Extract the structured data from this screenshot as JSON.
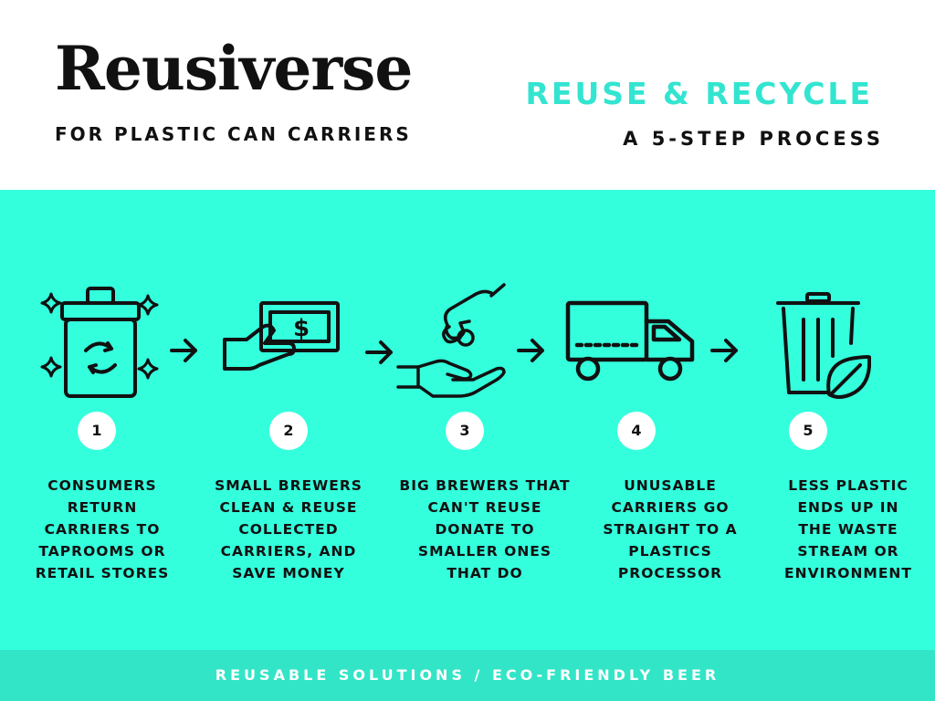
{
  "header": {
    "brand": "Reusiverse",
    "brand_subtitle": "FOR PLASTIC CAN CARRIERS",
    "headline": "REUSE & RECYCLE",
    "subheadline": "A 5-STEP PROCESS"
  },
  "steps": [
    {
      "number": "1",
      "text": "CONSUMERS\nRETURN\nCARRIERS TO\nTAPROOMS  OR\nRETAIL STORES",
      "icon": "recycle-bin-icon"
    },
    {
      "number": "2",
      "text": "SMALL BREWERS\nCLEAN & REUSE\nCOLLECTED\nCARRIERS, AND\nSAVE MONEY",
      "icon": "hand-money-icon"
    },
    {
      "number": "3",
      "text": "BIG BREWERS THAT\nCAN'T REUSE\nDONATE TO\nSMALLER  ONES\nTHAT DO",
      "icon": "donate-hands-icon"
    },
    {
      "number": "4",
      "text": "UNUSABLE\nCARRIERS GO\nSTRAIGHT TO A\nPLASTICS\nPROCESSOR",
      "icon": "truck-icon"
    },
    {
      "number": "5",
      "text": "LESS PLASTIC\nENDS UP IN\nTHE WASTE\nSTREAM OR\nENVIRONMENT",
      "icon": "eco-trash-icon"
    }
  ],
  "footer": {
    "text": "REUSABLE SOLUTIONS / ECO-FRIENDLY BEER"
  },
  "colors": {
    "accent": "#33E5D0",
    "panel": "#33FFDD",
    "footer": "#33E5C7",
    "ink": "#111111"
  }
}
